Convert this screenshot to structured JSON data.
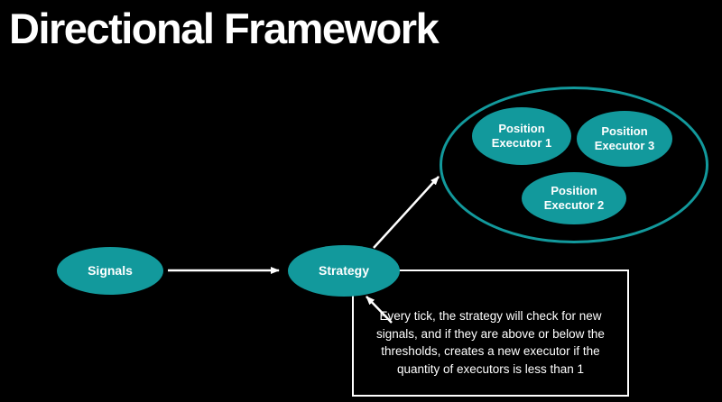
{
  "title": "Directional Framework",
  "colors": {
    "background": "#000000",
    "accent_teal": "#12999c",
    "text": "#ffffff"
  },
  "nodes": {
    "signals": {
      "label": "Signals"
    },
    "strategy": {
      "label": "Strategy"
    },
    "executor_group": [
      {
        "label": "Position Executor 1"
      },
      {
        "label": "Position Executor 3"
      },
      {
        "label": "Position Executor 2"
      }
    ]
  },
  "note": {
    "text": "Every tick, the strategy will check for new signals, and if they are above or below the thresholds, creates a new executor if the quantity of executors is less than 1"
  }
}
